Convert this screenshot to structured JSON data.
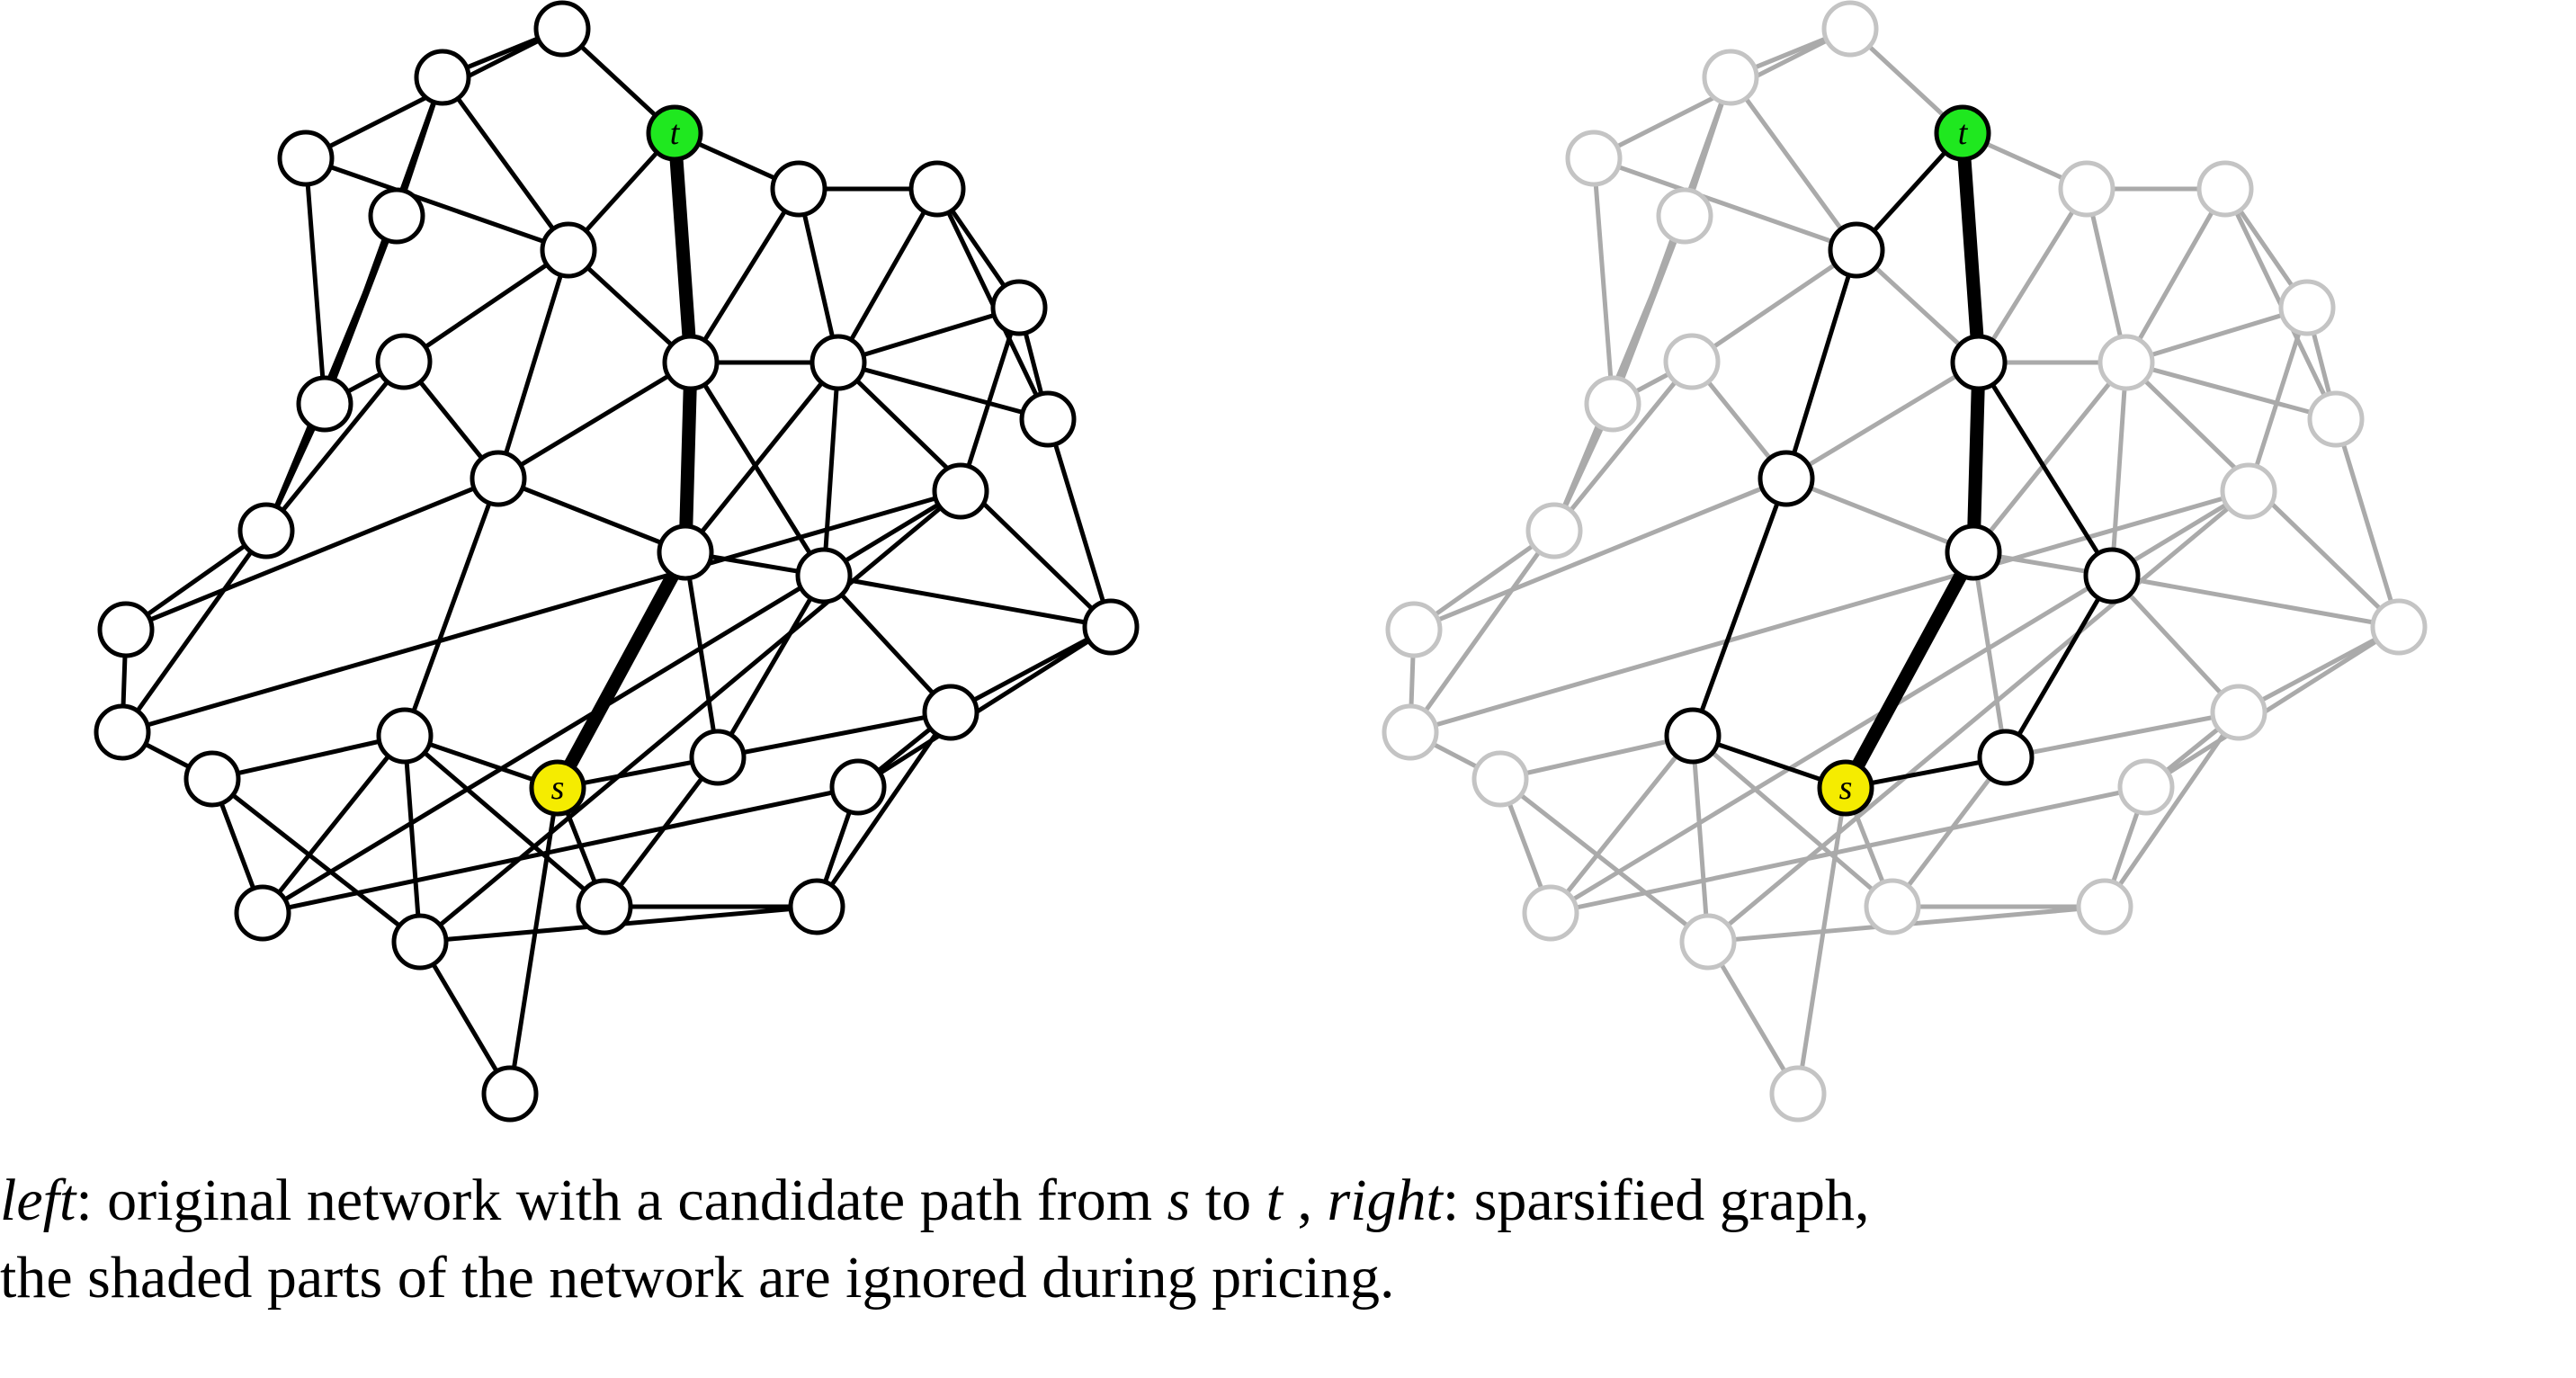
{
  "panels": [
    {
      "id": "left",
      "name": "left"
    },
    {
      "id": "right",
      "name": "right"
    }
  ],
  "colors": {
    "edge_active": "#000000",
    "edge_shaded": "#aaaaaa",
    "node_shaded_stroke": "#c4c4c4",
    "node_fill": "#ffffff",
    "source_fill": "#f5ec00",
    "target_fill": "#1fe81f"
  },
  "graph": {
    "source": "s",
    "target": "t",
    "nodes": [
      {
        "id": "s",
        "label": "s"
      },
      {
        "id": "t",
        "label": "t"
      },
      {
        "id": "n1",
        "label": ""
      },
      {
        "id": "n2",
        "label": ""
      },
      {
        "id": "n3",
        "label": ""
      },
      {
        "id": "n4",
        "label": ""
      },
      {
        "id": "n5",
        "label": ""
      },
      {
        "id": "n6",
        "label": ""
      },
      {
        "id": "n7",
        "label": ""
      },
      {
        "id": "n8",
        "label": ""
      },
      {
        "id": "n9",
        "label": ""
      },
      {
        "id": "n10",
        "label": ""
      },
      {
        "id": "n11",
        "label": ""
      },
      {
        "id": "n12",
        "label": ""
      },
      {
        "id": "n13",
        "label": ""
      },
      {
        "id": "n14",
        "label": ""
      },
      {
        "id": "n15",
        "label": ""
      },
      {
        "id": "n16",
        "label": ""
      },
      {
        "id": "n17",
        "label": ""
      },
      {
        "id": "n18",
        "label": ""
      },
      {
        "id": "n19",
        "label": ""
      },
      {
        "id": "n20",
        "label": ""
      },
      {
        "id": "n21",
        "label": ""
      },
      {
        "id": "n22",
        "label": ""
      },
      {
        "id": "n23",
        "label": ""
      },
      {
        "id": "n24",
        "label": ""
      },
      {
        "id": "n25",
        "label": ""
      },
      {
        "id": "n26",
        "label": ""
      },
      {
        "id": "n27",
        "label": ""
      },
      {
        "id": "n28",
        "label": ""
      },
      {
        "id": "n29",
        "label": ""
      },
      {
        "id": "n30",
        "label": ""
      },
      {
        "id": "n31",
        "label": ""
      }
    ],
    "edges": [
      [
        "n1",
        "n2"
      ],
      [
        "n1",
        "n3"
      ],
      [
        "n1",
        "t"
      ],
      [
        "n2",
        "n4"
      ],
      [
        "n2",
        "n6"
      ],
      [
        "n2",
        "n5"
      ],
      [
        "n3",
        "n5"
      ],
      [
        "n3",
        "n6"
      ],
      [
        "t",
        "n6"
      ],
      [
        "t",
        "n7"
      ],
      [
        "t",
        "n9"
      ],
      [
        "n4",
        "n5"
      ],
      [
        "n4",
        "n11"
      ],
      [
        "n5",
        "n10"
      ],
      [
        "n5",
        "n11"
      ],
      [
        "n6",
        "n10"
      ],
      [
        "n6",
        "n9"
      ],
      [
        "n6",
        "n12"
      ],
      [
        "n7",
        "n8"
      ],
      [
        "n7",
        "n9"
      ],
      [
        "n7",
        "n13"
      ],
      [
        "n8",
        "n15"
      ],
      [
        "n8",
        "n13"
      ],
      [
        "n8",
        "n14"
      ],
      [
        "n13",
        "n14"
      ],
      [
        "n13",
        "n9"
      ],
      [
        "n9",
        "n12"
      ],
      [
        "n9",
        "n16"
      ],
      [
        "n9",
        "n17"
      ],
      [
        "n10",
        "n11"
      ],
      [
        "n10",
        "n12"
      ],
      [
        "n11",
        "n18"
      ],
      [
        "n11",
        "n19"
      ],
      [
        "n12",
        "n18"
      ],
      [
        "n12",
        "n16"
      ],
      [
        "n12",
        "n24"
      ],
      [
        "n13",
        "n16"
      ],
      [
        "n13",
        "n15"
      ],
      [
        "n13",
        "n17"
      ],
      [
        "n13",
        "n21"
      ],
      [
        "n14",
        "n15"
      ],
      [
        "n14",
        "n20"
      ],
      [
        "n15",
        "n21"
      ],
      [
        "n16",
        "n17"
      ],
      [
        "n16",
        "s"
      ],
      [
        "n16",
        "n22"
      ],
      [
        "n17",
        "n21"
      ],
      [
        "n17",
        "n22"
      ],
      [
        "n17",
        "n23"
      ],
      [
        "n18",
        "n19"
      ],
      [
        "n19",
        "n20"
      ],
      [
        "n19",
        "n25"
      ],
      [
        "n20",
        "n26"
      ],
      [
        "n20",
        "n27"
      ],
      [
        "n21",
        "n23"
      ],
      [
        "n21",
        "n28"
      ],
      [
        "n22",
        "s"
      ],
      [
        "n22",
        "n29"
      ],
      [
        "n22",
        "n23"
      ],
      [
        "n23",
        "n28"
      ],
      [
        "n23",
        "n30"
      ],
      [
        "n24",
        "s"
      ],
      [
        "n24",
        "n25"
      ],
      [
        "n24",
        "n26"
      ],
      [
        "n24",
        "n27"
      ],
      [
        "n24",
        "n29"
      ],
      [
        "n25",
        "n26"
      ],
      [
        "n25",
        "n27"
      ],
      [
        "s",
        "n29"
      ],
      [
        "s",
        "n31"
      ],
      [
        "n26",
        "n28"
      ],
      [
        "n27",
        "n30"
      ],
      [
        "n27",
        "n31"
      ],
      [
        "n28",
        "n30"
      ],
      [
        "n29",
        "n30"
      ]
    ],
    "path": [
      [
        "s",
        "n16"
      ],
      [
        "n16",
        "n9"
      ],
      [
        "n9",
        "t"
      ]
    ],
    "kept_edges": [
      [
        "s",
        "n16"
      ],
      [
        "n16",
        "n9"
      ],
      [
        "n9",
        "t"
      ],
      [
        "t",
        "n6"
      ],
      [
        "n6",
        "n12"
      ],
      [
        "n12",
        "n24"
      ],
      [
        "n24",
        "s"
      ],
      [
        "n9",
        "n17"
      ],
      [
        "n17",
        "n22"
      ],
      [
        "n22",
        "s"
      ]
    ]
  },
  "caption": {
    "left_label": "left",
    "part1": ": original network with a candidate path from ",
    "s": "s",
    "part2": " to ",
    "t": "t",
    "part3": " , ",
    "right_label": "right",
    "part4": ": sparsified graph,",
    "line2": "the shaded parts of the network are ignored during pricing."
  }
}
